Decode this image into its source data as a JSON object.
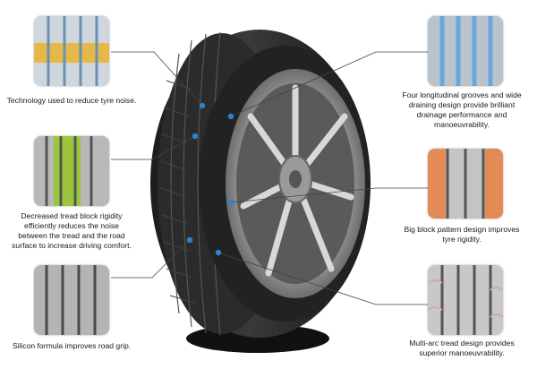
{
  "features": [
    {
      "id": "noise",
      "caption": "Technology used to reduce tyre noise.",
      "swatch": "#e6b84a"
    },
    {
      "id": "rigidity",
      "caption": "Decreased tread block rigidity\nefficiently reduces the noise\nbetween the tread and the road\nsurface to increase driving comfort.",
      "swatch": "#9cc63a"
    },
    {
      "id": "silicon",
      "caption": "Silicon formula improves road grip.",
      "swatch": "#9aa0a8"
    },
    {
      "id": "grooves",
      "caption": "Four longitudinal grooves and wide\ndraining design provide brilliant\ndrainage performance and\nmanoeuvrability.",
      "swatch": "#6aa6d8"
    },
    {
      "id": "block",
      "caption": "Big block pattern design improves\ntyre rigidity.",
      "swatch": "#e38a55"
    },
    {
      "id": "multiarc",
      "caption": "Multi-arc tread design provides\nsuperior manoeuvrability.",
      "swatch": "#d9a6a6"
    }
  ]
}
